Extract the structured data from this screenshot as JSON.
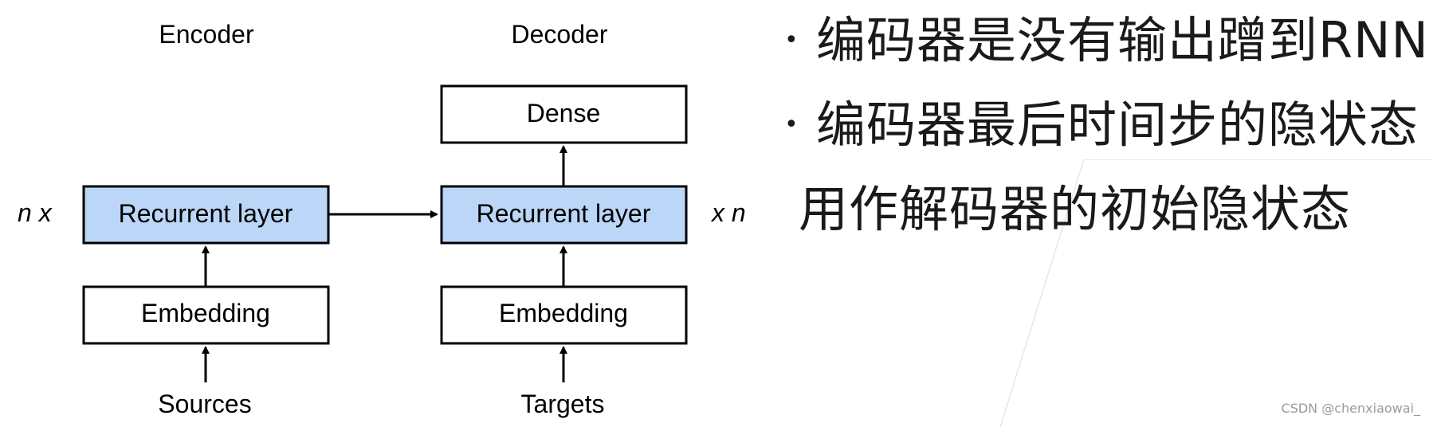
{
  "diagram": {
    "encoder_heading": "Encoder",
    "decoder_heading": "Decoder",
    "encoder_repeat": "n x",
    "decoder_repeat": "x n",
    "encoder_nodes": {
      "recurrent": "Recurrent layer",
      "embedding": "Embedding",
      "input": "Sources"
    },
    "decoder_nodes": {
      "dense": "Dense",
      "recurrent": "Recurrent layer",
      "embedding": "Embedding",
      "input": "Targets"
    },
    "colors": {
      "recurrent_fill": "#bcd6f7",
      "box_fill": "#ffffff",
      "stroke": "#000000"
    }
  },
  "bullets": [
    {
      "text": "编码器是没有输出蹭到RNN",
      "continuation": ""
    },
    {
      "text": "编码器最后时间步的隐状态",
      "continuation": "用作解码器的初始隐状态"
    }
  ],
  "watermark": "CSDN @chenxiaowai_"
}
